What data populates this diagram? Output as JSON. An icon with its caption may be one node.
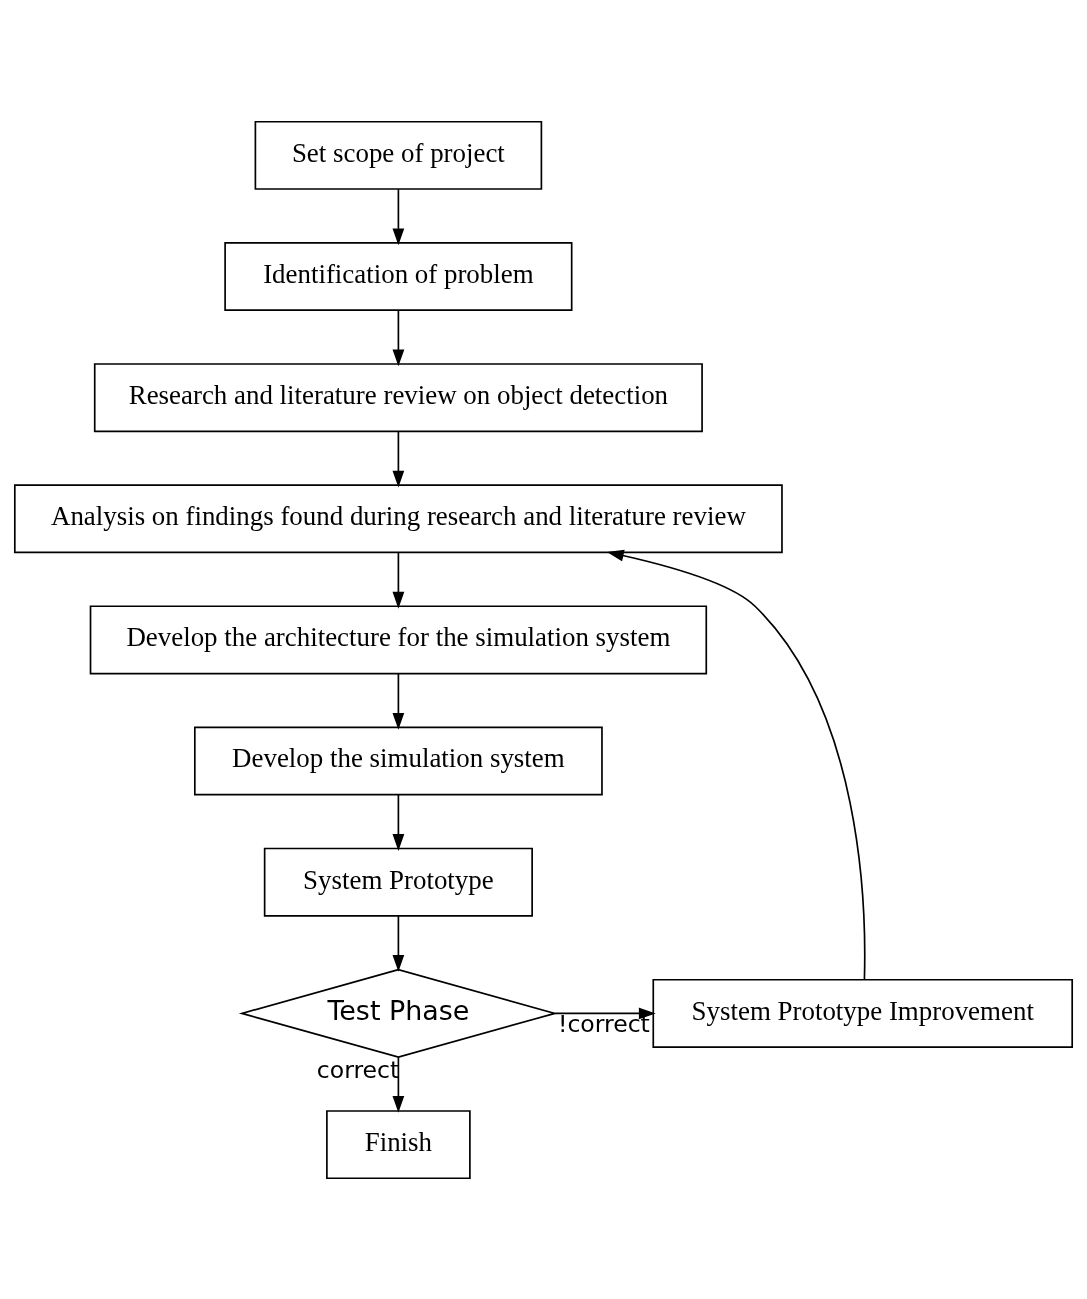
{
  "diagram": {
    "nodes": [
      {
        "text": [
          "Set scope of project"
        ]
      },
      {
        "text": [
          "Identification of problem"
        ]
      },
      {
        "text": [
          "Research and literature review on object detection"
        ]
      },
      {
        "text": [
          "Analysis on findings found during research and literature review"
        ]
      },
      {
        "text": [
          "Develop the architecture for the simulation system"
        ]
      },
      {
        "text": [
          "Develop the simulation system"
        ]
      },
      {
        "text": [
          "System Prototype"
        ]
      },
      {
        "text": [
          "Test Phase"
        ]
      },
      {
        "text": [
          "System Prototype Improvement"
        ]
      },
      {
        "text": [
          "Finish"
        ]
      }
    ],
    "edges": [
      {
        "from": 0,
        "to": 1,
        "arrow": "to"
      },
      {
        "from": 1,
        "to": 2,
        "arrow": "to"
      },
      {
        "from": 2,
        "to": 3,
        "arrow": "to"
      },
      {
        "from": 3,
        "to": 4,
        "arrow": "to"
      },
      {
        "from": 4,
        "to": 5,
        "arrow": "to"
      },
      {
        "from": 5,
        "to": 6,
        "arrow": "to"
      },
      {
        "from": 6,
        "to": 7,
        "arrow": "to"
      },
      {
        "from": 7,
        "to": 8,
        "arrow": "to",
        "label": "!correct"
      },
      {
        "from": 8,
        "to": 3,
        "arrow": "to"
      },
      {
        "from": 7,
        "to": 9,
        "arrow": "to",
        "label": "correct"
      }
    ]
  }
}
